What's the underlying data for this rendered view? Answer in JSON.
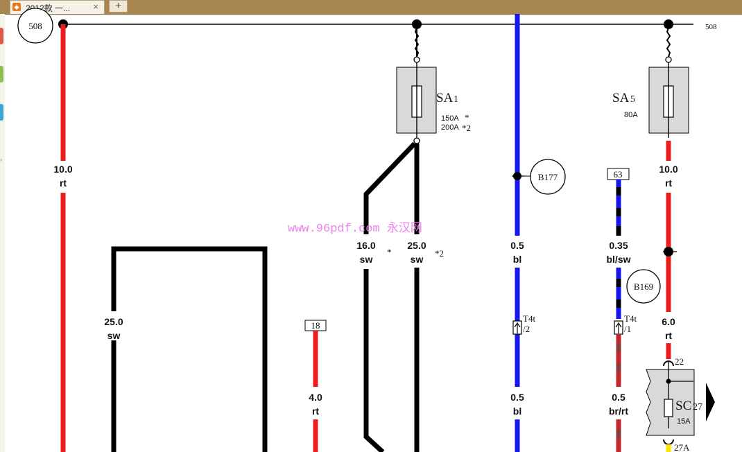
{
  "tab": {
    "title": "2012款 一...",
    "close": "×",
    "new_tab": "+"
  },
  "diagram": {
    "node_start": "508",
    "node_end": "508",
    "fuse_sa1": {
      "name": "SA",
      "sub": "1",
      "rating1": "150A",
      "mark1": "*",
      "rating2": "200A",
      "mark2": "*2"
    },
    "fuse_sa5": {
      "name": "SA",
      "sub": "5",
      "rating": "80A"
    },
    "watermark": "www.96pdf.com 永汉网",
    "wires": {
      "w1": {
        "gauge": "10.0",
        "color": "rt"
      },
      "w2": {
        "gauge": "25.0",
        "color": "sw"
      },
      "w3": {
        "gauge": "4.0",
        "color": "rt"
      },
      "w4": {
        "gauge": "16.0",
        "color": "sw",
        "mark": "*"
      },
      "w5": {
        "gauge": "25.0",
        "color": "sw",
        "mark": "*2"
      },
      "w6": {
        "gauge": "0.5",
        "color": "bl"
      },
      "w7": {
        "gauge": "0.5",
        "color": "bl"
      },
      "w8": {
        "gauge": "0.35",
        "color": "bl/sw"
      },
      "w9": {
        "gauge": "0.5",
        "color": "br/rt"
      },
      "w10": {
        "gauge": "10.0",
        "color": "rt"
      },
      "w11": {
        "gauge": "6.0",
        "color": "rt"
      }
    },
    "box_18": "18",
    "box_63": "63",
    "circle_b177": "B177",
    "circle_b169": "B169",
    "conn1": {
      "name": "T4t",
      "pin": "/2"
    },
    "conn2": {
      "name": "T4t",
      "pin": "/1"
    },
    "sc27": {
      "name": "SC",
      "sub": "27",
      "rating": "15A",
      "pin_top": "22",
      "pin_bottom": "27A"
    }
  }
}
